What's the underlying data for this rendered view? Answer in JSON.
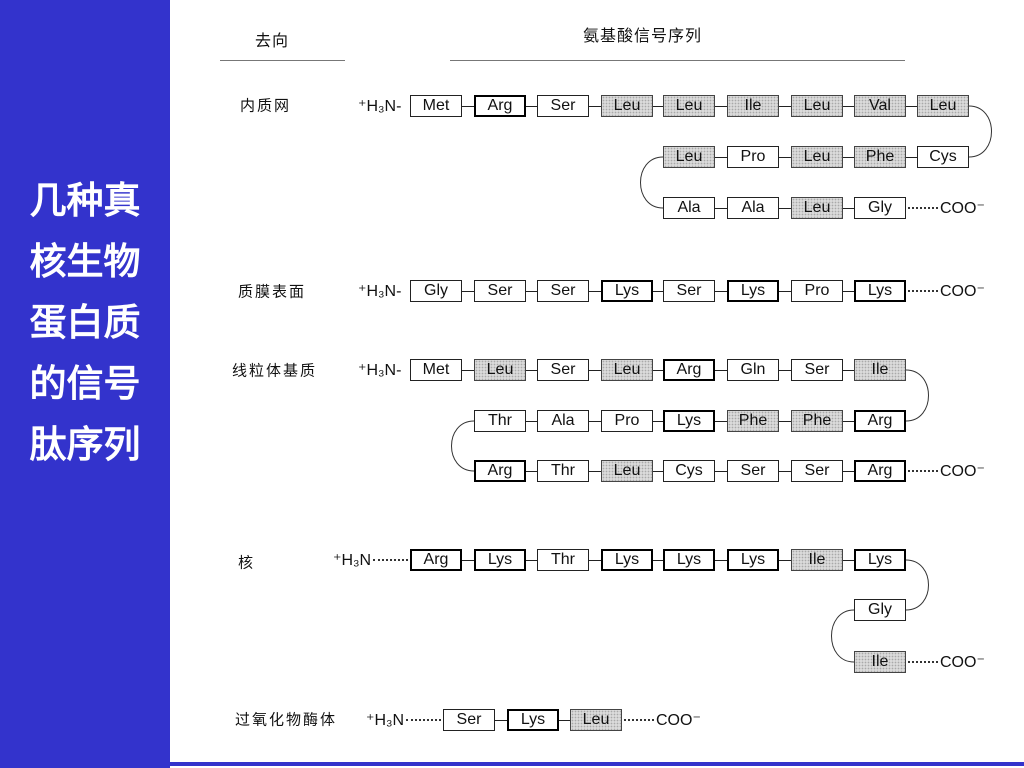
{
  "slide": {
    "title_lines": [
      "几种真",
      "核生物",
      "蛋白质",
      "的信号",
      "肽序列"
    ]
  },
  "header": {
    "destination": "去向",
    "sequence": "氨基酸信号序列"
  },
  "colors": {
    "sidebar": "#3333cc",
    "shaded_residue": "#dadada"
  },
  "groups": [
    {
      "destination": "内质网",
      "n_terminus": "⁺H₃N-",
      "c_terminus": "COO⁻",
      "lines": [
        [
          {
            "aa": "Met",
            "style": "plain"
          },
          {
            "aa": "Arg",
            "style": "boxed"
          },
          {
            "aa": "Ser",
            "style": "plain"
          },
          {
            "aa": "Leu",
            "style": "shaded"
          },
          {
            "aa": "Leu",
            "style": "shaded"
          },
          {
            "aa": "Ile",
            "style": "shaded"
          },
          {
            "aa": "Leu",
            "style": "shaded"
          },
          {
            "aa": "Val",
            "style": "shaded"
          },
          {
            "aa": "Leu",
            "style": "shaded"
          }
        ],
        [
          {
            "aa": "Cys",
            "style": "plain"
          },
          {
            "aa": "Phe",
            "style": "shaded"
          },
          {
            "aa": "Leu",
            "style": "shaded"
          },
          {
            "aa": "Pro",
            "style": "plain"
          },
          {
            "aa": "Leu",
            "style": "shaded"
          }
        ],
        [
          {
            "aa": "Ala",
            "style": "plain"
          },
          {
            "aa": "Ala",
            "style": "plain"
          },
          {
            "aa": "Leu",
            "style": "shaded"
          },
          {
            "aa": "Gly",
            "style": "plain"
          }
        ]
      ]
    },
    {
      "destination": "质膜表面",
      "n_terminus": "⁺H₃N-",
      "c_terminus": "COO⁻",
      "lines": [
        [
          {
            "aa": "Gly",
            "style": "plain"
          },
          {
            "aa": "Ser",
            "style": "plain"
          },
          {
            "aa": "Ser",
            "style": "plain"
          },
          {
            "aa": "Lys",
            "style": "boxed"
          },
          {
            "aa": "Ser",
            "style": "plain"
          },
          {
            "aa": "Lys",
            "style": "boxed"
          },
          {
            "aa": "Pro",
            "style": "plain"
          },
          {
            "aa": "Lys",
            "style": "boxed"
          }
        ]
      ]
    },
    {
      "destination": "线粒体基质",
      "n_terminus": "⁺H₃N-",
      "c_terminus": "COO⁻",
      "lines": [
        [
          {
            "aa": "Met",
            "style": "plain"
          },
          {
            "aa": "Leu",
            "style": "shaded"
          },
          {
            "aa": "Ser",
            "style": "plain"
          },
          {
            "aa": "Leu",
            "style": "shaded"
          },
          {
            "aa": "Arg",
            "style": "boxed"
          },
          {
            "aa": "Gln",
            "style": "plain"
          },
          {
            "aa": "Ser",
            "style": "plain"
          },
          {
            "aa": "Ile",
            "style": "shaded"
          }
        ],
        [
          {
            "aa": "Arg",
            "style": "boxed"
          },
          {
            "aa": "Phe",
            "style": "shaded"
          },
          {
            "aa": "Phe",
            "style": "shaded"
          },
          {
            "aa": "Lys",
            "style": "boxed"
          },
          {
            "aa": "Pro",
            "style": "plain"
          },
          {
            "aa": "Ala",
            "style": "plain"
          },
          {
            "aa": "Thr",
            "style": "plain"
          }
        ],
        [
          {
            "aa": "Arg",
            "style": "boxed"
          },
          {
            "aa": "Thr",
            "style": "plain"
          },
          {
            "aa": "Leu",
            "style": "shaded"
          },
          {
            "aa": "Cys",
            "style": "plain"
          },
          {
            "aa": "Ser",
            "style": "plain"
          },
          {
            "aa": "Ser",
            "style": "plain"
          },
          {
            "aa": "Arg",
            "style": "boxed"
          }
        ]
      ]
    },
    {
      "destination": "核",
      "n_terminus": "⁺H₃N",
      "c_terminus": "COO⁻",
      "lines": [
        [
          {
            "aa": "Arg",
            "style": "boxed"
          },
          {
            "aa": "Lys",
            "style": "boxed"
          },
          {
            "aa": "Thr",
            "style": "plain"
          },
          {
            "aa": "Lys",
            "style": "boxed"
          },
          {
            "aa": "Lys",
            "style": "boxed"
          },
          {
            "aa": "Lys",
            "style": "boxed"
          },
          {
            "aa": "Ile",
            "style": "shaded"
          },
          {
            "aa": "Lys",
            "style": "boxed"
          }
        ],
        [
          {
            "aa": "Gly",
            "style": "plain"
          }
        ],
        [
          {
            "aa": "Ile",
            "style": "shaded"
          }
        ]
      ]
    },
    {
      "destination": "过氧化物酶体",
      "n_terminus": "⁺H₃N",
      "c_terminus": "COO⁻",
      "lines": [
        [
          {
            "aa": "Ser",
            "style": "plain"
          },
          {
            "aa": "Lys",
            "style": "boxed"
          },
          {
            "aa": "Leu",
            "style": "shaded"
          }
        ]
      ]
    }
  ]
}
